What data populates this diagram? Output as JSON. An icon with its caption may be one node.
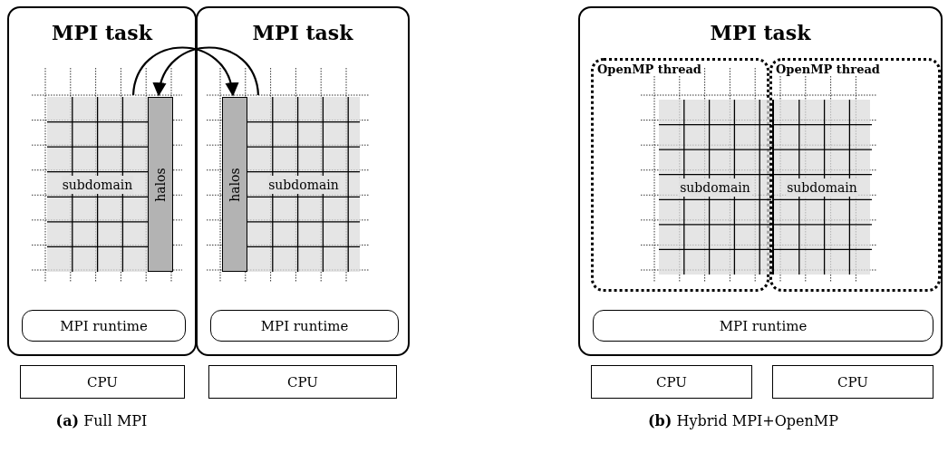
{
  "diagram": {
    "nodes": [
      {
        "text": [
          "MPI task"
        ]
      },
      {
        "text": [
          "subdomain"
        ],
        "in": 0
      },
      {
        "text": [
          "halos"
        ],
        "in": 0
      },
      {
        "text": [
          "MPI runtime"
        ],
        "in": 0
      },
      {
        "text": [
          "MPI task"
        ]
      },
      {
        "text": [
          "halos"
        ],
        "in": 4
      },
      {
        "text": [
          "subdomain"
        ],
        "in": 4
      },
      {
        "text": [
          "MPI runtime"
        ],
        "in": 4
      },
      {
        "text": [
          "CPU"
        ]
      },
      {
        "text": [
          "CPU"
        ]
      },
      {
        "text": [
          "MPI task"
        ]
      },
      {
        "text": [
          "OpenMP thread"
        ],
        "in": 10
      },
      {
        "text": [
          "subdomain"
        ],
        "in": 11
      },
      {
        "text": [
          "OpenMP thread"
        ],
        "in": 10
      },
      {
        "text": [
          "subdomain"
        ],
        "in": 13
      },
      {
        "text": [
          "MPI runtime"
        ],
        "in": 10
      },
      {
        "text": [
          "CPU"
        ]
      },
      {
        "text": [
          "CPU"
        ]
      }
    ],
    "edges": [
      {
        "from": 1,
        "to": 5,
        "arrow": "to"
      },
      {
        "from": 6,
        "to": 2,
        "arrow": "to"
      }
    ],
    "labels": [
      "**(a)** Full MPI",
      "**(b)** Hybrid MPI+OpenMP"
    ]
  }
}
